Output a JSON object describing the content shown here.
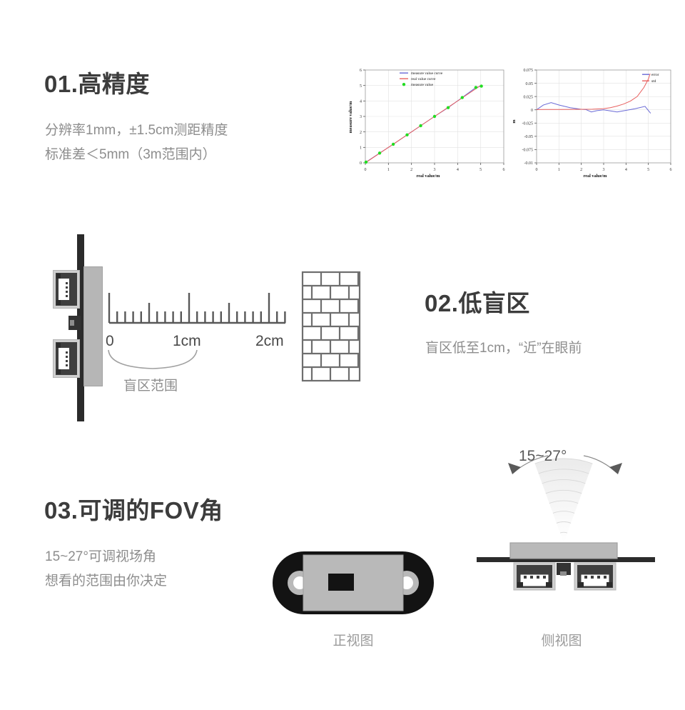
{
  "page": {
    "background": "#ffffff",
    "title_color": "#3c3c3c",
    "body_color": "#8d8d8d"
  },
  "sections": [
    {
      "id": "accuracy",
      "number": "01.",
      "title": "高精度",
      "heading": "01.高精度",
      "desc_lines": [
        "分辨率1mm，±1.5cm测距精度",
        "标准差＜5mm（3m范围内）"
      ]
    },
    {
      "id": "blind-zone",
      "number": "02.",
      "title": "低盲区",
      "heading": "02.低盲区",
      "desc_lines": [
        "盲区低至1cm，“近”在眼前"
      ]
    },
    {
      "id": "fov",
      "number": "03.",
      "title": "可调的FOV角",
      "heading": "03.可调的FOV角",
      "desc_lines": [
        "15~27°可调视场角",
        "想看的范围由你决定"
      ]
    }
  ],
  "ruler": {
    "ticks": [
      "0",
      "1cm",
      "2cm"
    ],
    "tick_0": "0",
    "tick_1": "1cm",
    "tick_2": "2cm",
    "bracket_label": "盲区范围"
  },
  "fov": {
    "angle_label": "15~27°",
    "front_caption": "正视图",
    "side_caption": "侧视图"
  },
  "chart_data": [
    {
      "type": "scatter",
      "id": "accuracy-curve",
      "title": "",
      "xlabel": "real value/m",
      "ylabel": "measure value/m",
      "xlim": [
        0,
        6
      ],
      "ylim": [
        0,
        6
      ],
      "xticks": [
        0,
        1,
        2,
        3,
        4,
        5,
        6
      ],
      "yticks": [
        0,
        1,
        2,
        3,
        4,
        5,
        6
      ],
      "grid": true,
      "legend_position": "top-center",
      "legend": [
        "measure value curve",
        "real value curve",
        "measure value"
      ],
      "colors": {
        "measure_value_curve": "#6a6ad6",
        "real_value_curve": "#e8605f",
        "measure_value": "#22dd22"
      },
      "series": [
        {
          "name": "measure value curve",
          "type": "line",
          "color": "#6a6ad6",
          "x": [
            0.03,
            0.62,
            1.21,
            1.81,
            2.4,
            3.0,
            3.59,
            4.2,
            4.79,
            5.03
          ],
          "y": [
            0.05,
            0.63,
            1.2,
            1.81,
            2.4,
            3.0,
            3.57,
            4.22,
            4.87,
            4.96
          ]
        },
        {
          "name": "real value curve",
          "type": "line",
          "color": "#e8605f",
          "x": [
            0.03,
            0.62,
            1.21,
            1.81,
            2.4,
            3.0,
            3.59,
            4.2,
            4.79,
            5.03
          ],
          "y": [
            0.03,
            0.62,
            1.21,
            1.81,
            2.4,
            3.0,
            3.59,
            4.2,
            4.79,
            5.03
          ]
        },
        {
          "name": "measure value",
          "type": "scatter",
          "color": "#22dd22",
          "x": [
            0.03,
            0.62,
            1.21,
            1.81,
            2.4,
            3.0,
            3.59,
            4.2,
            4.79,
            5.03
          ],
          "y": [
            0.05,
            0.63,
            1.2,
            1.81,
            2.4,
            3.0,
            3.57,
            4.22,
            4.87,
            4.96
          ]
        }
      ]
    },
    {
      "type": "line",
      "id": "error-std",
      "title": "",
      "xlabel": "real value/m",
      "ylabel": "m",
      "xlim": [
        0,
        6
      ],
      "ylim": [
        -0.1,
        0.075
      ],
      "xticks": [
        0,
        1,
        2,
        3,
        4,
        5,
        6
      ],
      "yticks": [
        0.075,
        0.05,
        0.025,
        0,
        -0.025,
        -0.05,
        -0.075,
        -0.01
      ],
      "ytick_labels": [
        "0.075",
        "0.05",
        "0.025",
        "0",
        "-0.025",
        "-0.05",
        "-0.075",
        "-0.01"
      ],
      "grid": true,
      "legend_position": "top-right",
      "legend": [
        "error",
        "std"
      ],
      "colors": {
        "error": "#6a6ad6",
        "std": "#e8605f"
      },
      "series": [
        {
          "name": "error",
          "color": "#6a6ad6",
          "x": [
            0,
            0.3,
            0.65,
            1.0,
            1.5,
            2.0,
            2.2,
            2.45,
            2.7,
            3.0,
            3.3,
            3.6,
            4.0,
            4.4,
            4.85,
            5.1
          ],
          "y": [
            0.0,
            0.009,
            0.0135,
            0.009,
            0.004,
            0.001,
            0.0005,
            -0.004,
            -0.0015,
            0.0,
            -0.002,
            -0.004,
            -0.001,
            0.002,
            0.0065,
            -0.0065
          ]
        },
        {
          "name": "std",
          "color": "#e8605f",
          "x": [
            0,
            0.5,
            1.0,
            1.5,
            2.0,
            2.5,
            3.0,
            3.3,
            3.6,
            3.9,
            4.2,
            4.5,
            4.8,
            5.0,
            5.08
          ],
          "y": [
            0.0005,
            0.0006,
            0.0007,
            0.0008,
            0.001,
            0.0012,
            0.0022,
            0.004,
            0.007,
            0.011,
            0.0165,
            0.025,
            0.042,
            0.058,
            0.068
          ]
        }
      ]
    }
  ]
}
